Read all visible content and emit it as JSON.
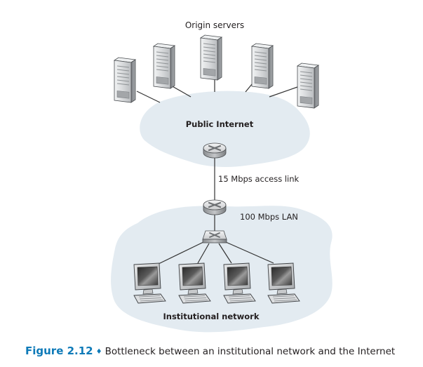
{
  "labels": {
    "origin_servers": "Origin servers",
    "public_internet": "Public Internet",
    "access_link": "15 Mbps access link",
    "lan": "100 Mbps LAN",
    "institutional_network": "Institutional network"
  },
  "caption": {
    "figure_number": "Figure 2.12",
    "separator": "♦",
    "text": "Bottleneck between an institutional network and the Internet"
  },
  "nodes": {
    "servers": [
      "server-1",
      "server-2",
      "server-3",
      "server-4",
      "server-5"
    ],
    "routers": [
      "internet-router",
      "institution-router"
    ],
    "switches": [
      "lan-switch"
    ],
    "hosts": [
      "host-1",
      "host-2",
      "host-3",
      "host-4"
    ]
  },
  "colors": {
    "cloud": "#e3ebf1",
    "figure_label": "#0e7ab8",
    "text": "#231f20",
    "link": "#333333"
  }
}
